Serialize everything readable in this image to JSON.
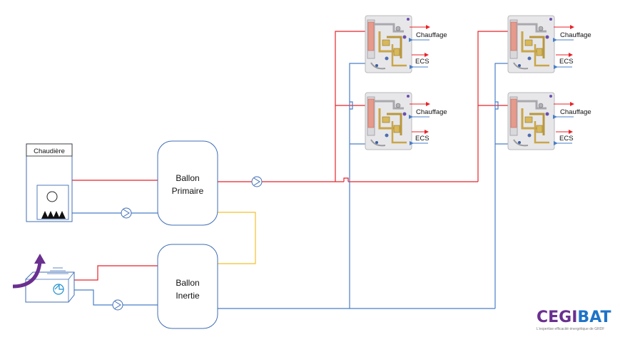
{
  "boiler": {
    "label": "Chaudière"
  },
  "tanks": {
    "primary": {
      "line1": "Ballon",
      "line2": "Primaire"
    },
    "inertia": {
      "line1": "Ballon",
      "line2": "Inertie"
    }
  },
  "units": [
    {
      "heating": "Chauffage",
      "dhw": "ECS"
    },
    {
      "heating": "Chauffage",
      "dhw": "ECS"
    },
    {
      "heating": "Chauffage",
      "dhw": "ECS"
    },
    {
      "heating": "Chauffage",
      "dhw": "ECS"
    }
  ],
  "brand": {
    "name_part1": "CEGI",
    "name_part2": "BAT",
    "tagline": "L'expertise efficacité énergétique de GRDF"
  },
  "colors": {
    "supply": "#e8232a",
    "return": "#4a7fc8",
    "link": "#f2c12e",
    "outline": "#3f6db5",
    "arrow": "#6a2f8f"
  }
}
